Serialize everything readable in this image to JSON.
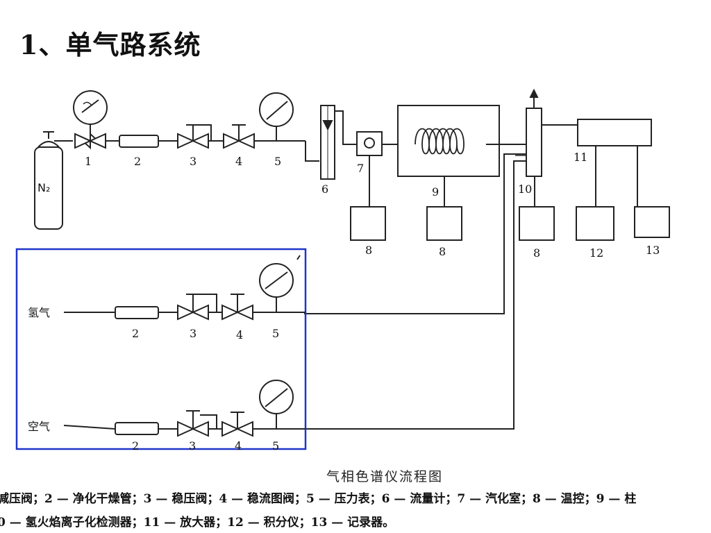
{
  "title": "1、单气路系统",
  "diagram": {
    "caption": "气相色谱仪流程图",
    "gas_labels": {
      "n2": "N₂",
      "hydrogen": "氢气",
      "air": "空气"
    },
    "top_numbers": [
      "1",
      "2",
      "3",
      "4",
      "5",
      "6",
      "7",
      "9",
      "10",
      "11"
    ],
    "bottom_numbers": [
      "8",
      "8",
      "8",
      "12",
      "13"
    ],
    "hydrogen_numbers": [
      "2",
      "3",
      "4",
      "5"
    ],
    "air_numbers": [
      "2",
      "3",
      "4",
      "5"
    ],
    "highlight_color": "#1f35c8",
    "line_color": "#222222"
  },
  "legend": {
    "line1": "减压阀；2 — 净化干燥管；3 — 稳压阀；4 — 稳流图阀；5 — 压力表；6 — 流量计；7 — 汽化室；8 — 温控；9 — 柱",
    "line2": "0 — 氢火焰离子化检测器；11 — 放大器；12 — 积分仪；13 — 记录器。"
  }
}
